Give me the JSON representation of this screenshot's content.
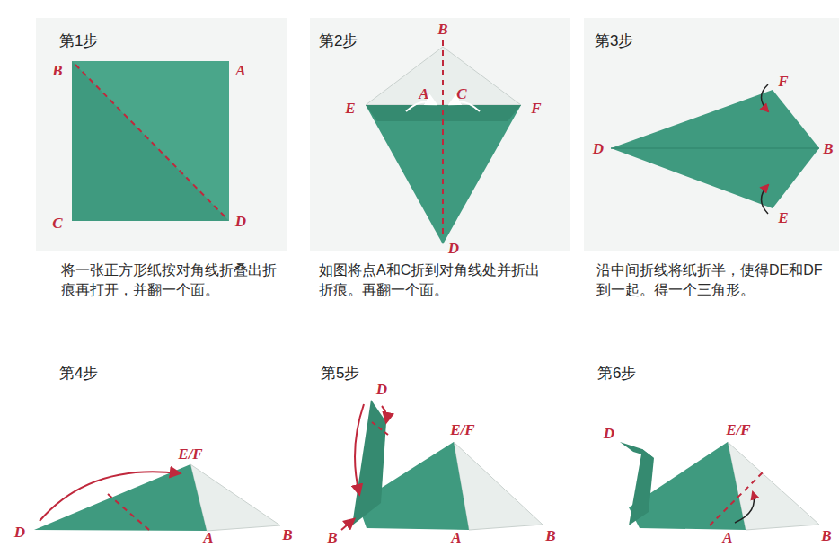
{
  "diagram": {
    "labels": [
      "第1步",
      "B",
      "A",
      "C",
      "D",
      "将一张正方形纸按对角线折叠出折痕再打开，并翻一个面。",
      "第2步",
      "B",
      "E",
      "A",
      "C",
      "F",
      "D",
      "如图将点A和C折到对角线处并折出折痕。再翻一个面。",
      "第3步",
      "F",
      "D",
      "B",
      "E",
      "沿中间折线将纸折半，使得DE和DF到一起。得一个三角形。",
      "第4步",
      "E/F",
      "D",
      "A",
      "B",
      "第5步",
      "D",
      "E/F",
      "B",
      "B",
      "A",
      "第6步",
      "D",
      "E/F",
      "B",
      "A"
    ]
  }
}
